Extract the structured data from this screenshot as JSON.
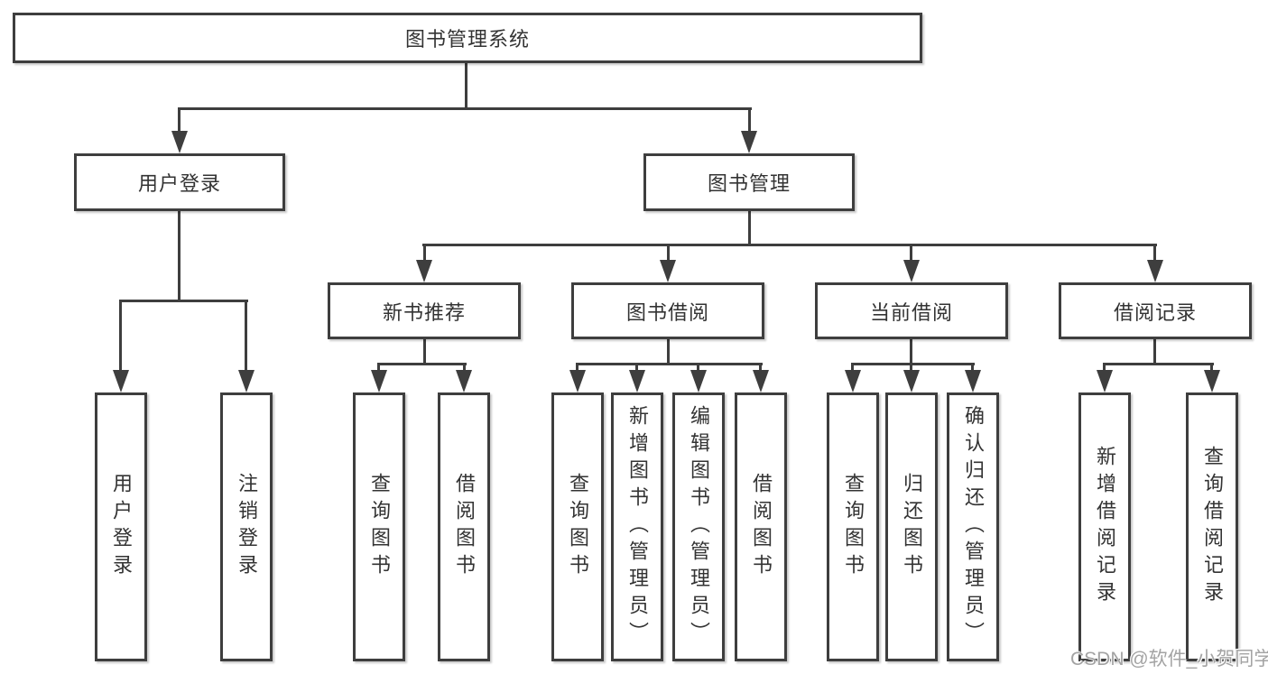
{
  "diagram": {
    "root": {
      "label": "图书管理系统"
    },
    "level2": [
      {
        "label": "用户登录",
        "children": [
          "用户登录",
          "注销登录"
        ]
      },
      {
        "label": "图书管理",
        "children": [
          "新书推荐",
          "图书借阅",
          "当前借阅",
          "借阅记录"
        ]
      }
    ],
    "level3": [
      {
        "label": "新书推荐",
        "children": [
          "查询图书",
          "借阅图书"
        ]
      },
      {
        "label": "图书借阅",
        "children": [
          "查询图书",
          "新增图书（管理员）",
          "编辑图书（管理员）",
          "借阅图书"
        ]
      },
      {
        "label": "当前借阅",
        "children": [
          "查询图书",
          "归还图书",
          "确认归还（管理员）"
        ]
      },
      {
        "label": "借阅记录",
        "children": [
          "新增借阅记录",
          "查询借阅记录"
        ]
      }
    ],
    "leaves": [
      {
        "label": "用户登录"
      },
      {
        "label": "注销登录"
      },
      {
        "label": "查询图书"
      },
      {
        "label": "借阅图书"
      },
      {
        "label": "查询图书"
      },
      {
        "label": "新增图书（管理员）"
      },
      {
        "label": "编辑图书（管理员）"
      },
      {
        "label": "借阅图书"
      },
      {
        "label": "查询图书"
      },
      {
        "label": "归还图书"
      },
      {
        "label": "确认归还（管理员）"
      },
      {
        "label": "新增借阅记录"
      },
      {
        "label": "查询借阅记录"
      }
    ],
    "colors": {
      "line": "#3e3e3e",
      "text": "#333333",
      "background": "#ffffff",
      "watermark": "#a3a3a3"
    },
    "watermark": {
      "text": "CSDN @软件_小贺同学"
    }
  }
}
